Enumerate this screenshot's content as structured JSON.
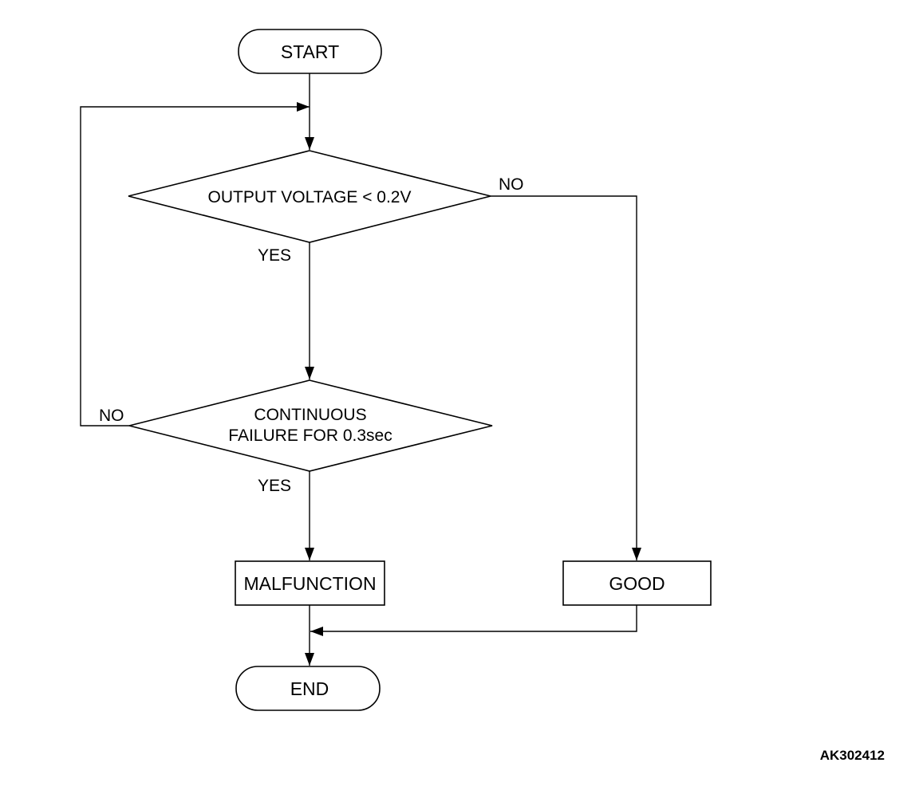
{
  "diagram": {
    "start": "START",
    "decision1": "OUTPUT VOLTAGE < 0.2V",
    "decision1_yes": "YES",
    "decision1_no": "NO",
    "decision2_line1": "CONTINUOUS",
    "decision2_line2": "FAILURE FOR 0.3sec",
    "decision2_yes": "YES",
    "decision2_no": "NO",
    "malfunction": "MALFUNCTION",
    "good": "GOOD",
    "end": "END",
    "figure_code": "AK302412"
  },
  "colors": {
    "stroke": "#000000",
    "background": "#ffffff"
  }
}
